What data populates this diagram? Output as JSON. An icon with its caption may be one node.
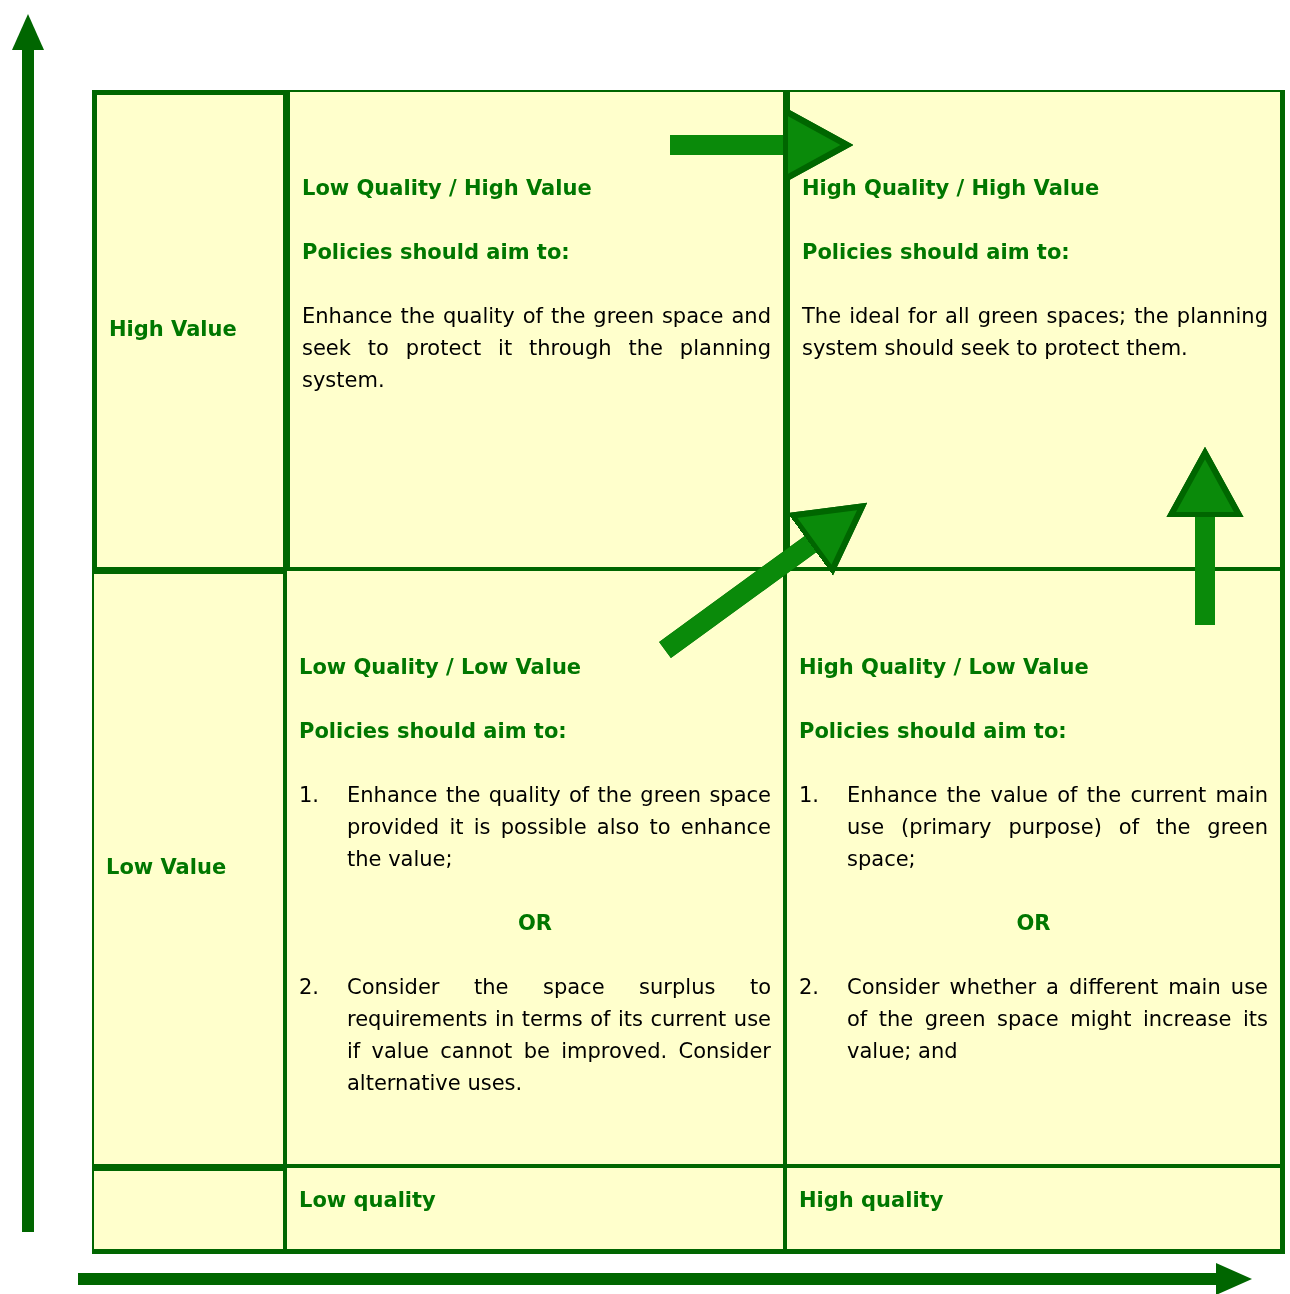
{
  "diagram": {
    "nodes": [
      {
        "text": [
          "High Value"
        ]
      },
      {
        "text": [
          "Low Quality / High Value",
          "Policies should aim to:",
          "Enhance the quality of the green space and seek to protect it through the planning system."
        ]
      },
      {
        "text": [
          "High Quality / High Value",
          "Policies should aim to:",
          "The ideal for all green spaces; the planning system should seek to protect them."
        ]
      },
      {
        "text": [
          "Low Value"
        ]
      },
      {
        "text": [
          "Low Quality / Low Value",
          "Policies should aim to:",
          "1. Enhance the quality of the green space provided it is possible also to enhance the value;",
          "OR",
          "2. Consider the space surplus to requirements in terms of its current use if value cannot be improved. Consider alternative uses."
        ]
      },
      {
        "text": [
          "High Quality / Low Value",
          "Policies should aim to:",
          "1. Enhance the value of the current main use (primary purpose) of the green space;",
          "OR",
          "2. Consider whether a different main use of the green space might increase its value; and"
        ]
      },
      {
        "text": [
          "Low quality"
        ]
      },
      {
        "text": [
          "High quality"
        ]
      }
    ],
    "edges": [
      {
        "from": 1,
        "to": 2,
        "arrow": "to"
      },
      {
        "from": 4,
        "to": 2,
        "arrow": "to"
      },
      {
        "from": 5,
        "to": 2,
        "arrow": "to"
      }
    ]
  }
}
